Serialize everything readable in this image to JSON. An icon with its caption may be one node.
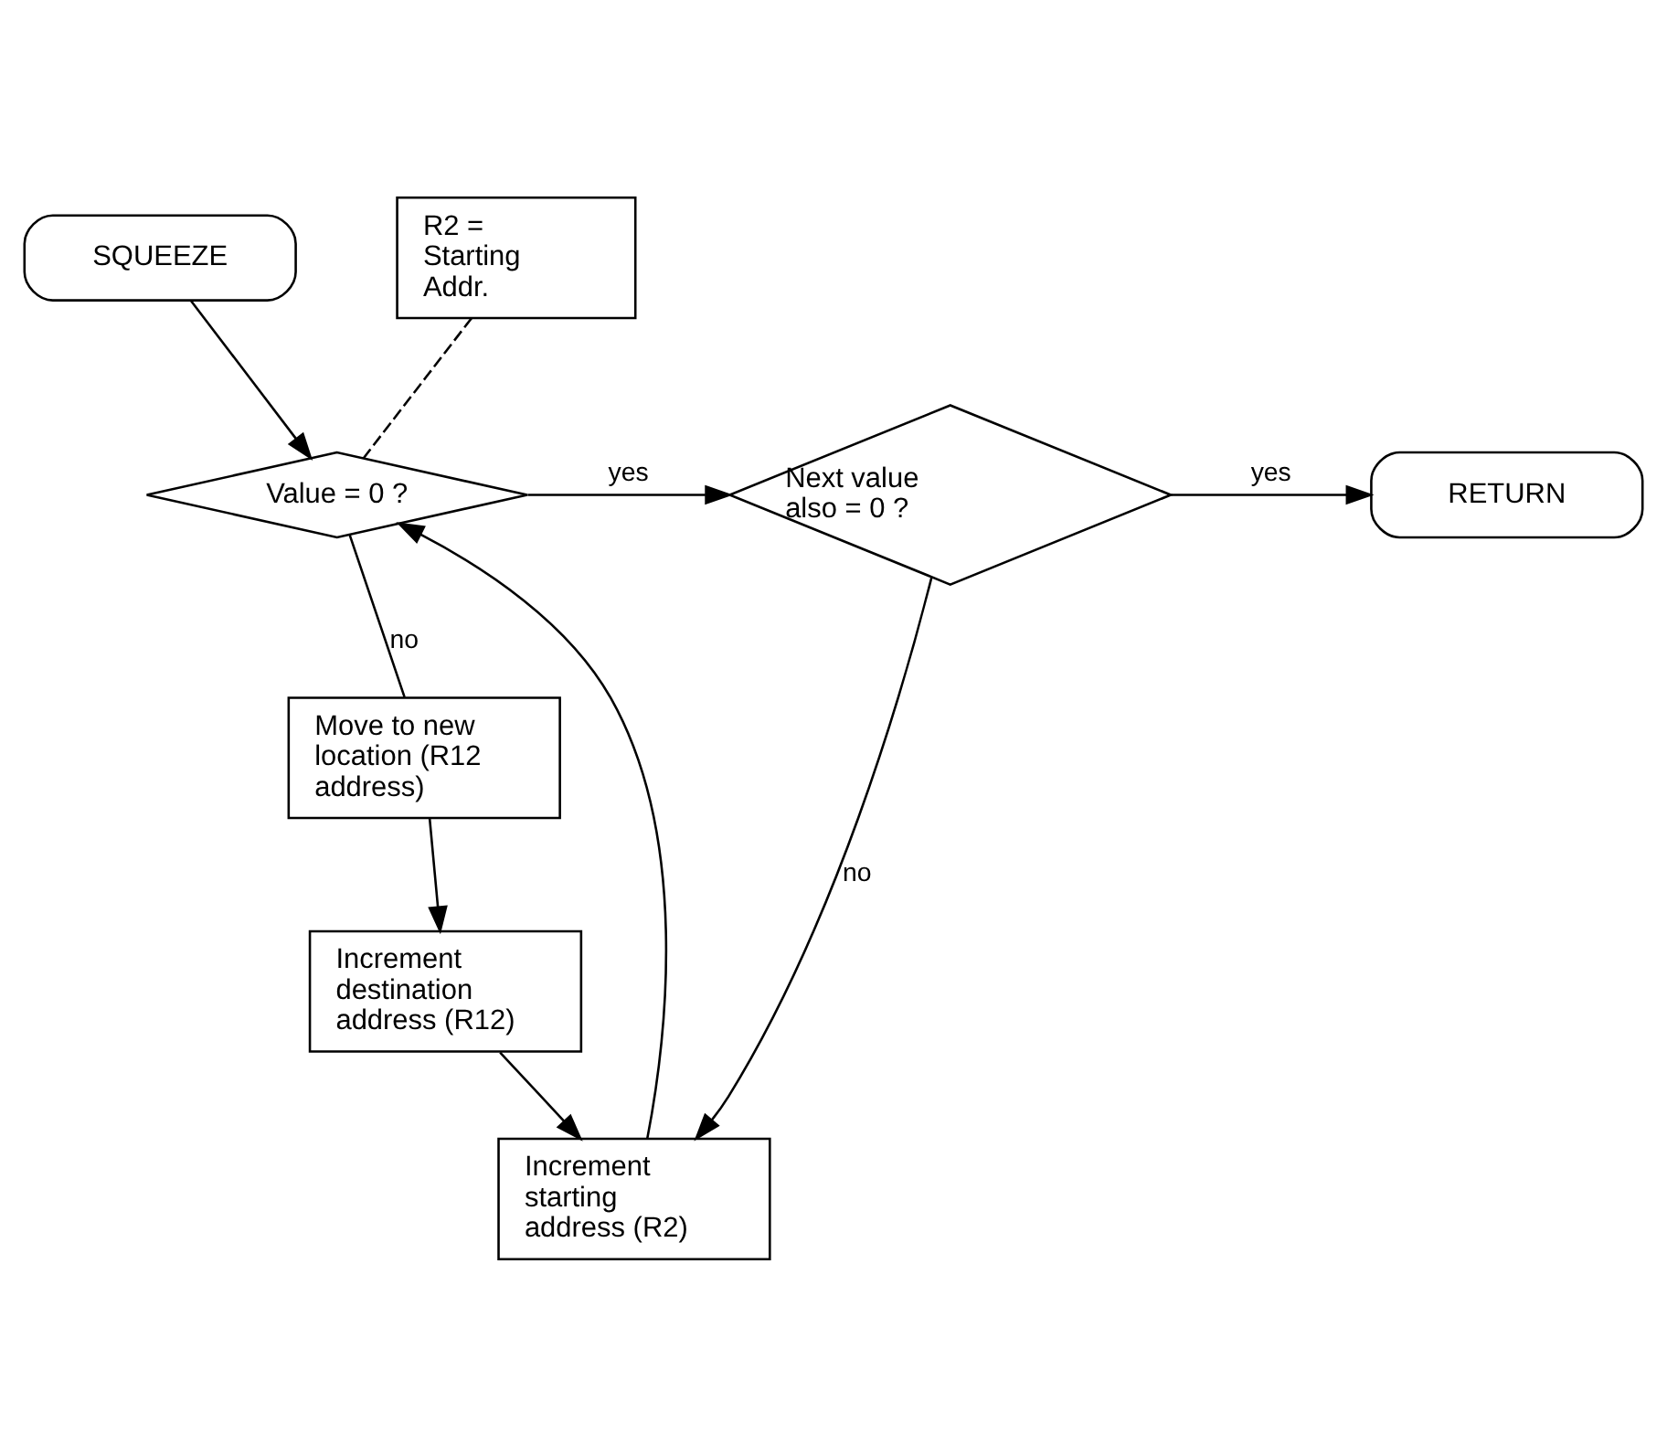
{
  "diagram": {
    "nodes": [
      {
        "text": [
          "SQUEEZE"
        ]
      },
      {
        "text": [
          "R2 = Starting Addr."
        ]
      },
      {
        "text": [
          "Value = 0 ?"
        ]
      },
      {
        "text": [
          "Next value also = 0 ?"
        ]
      },
      {
        "text": [
          "RETURN"
        ]
      },
      {
        "text": [
          "Move to new location (R12 address)"
        ]
      },
      {
        "text": [
          "Increment destination address (R12)"
        ]
      },
      {
        "text": [
          "Increment starting address (R2)"
        ]
      }
    ],
    "edges": [
      {
        "from": 0,
        "to": 2,
        "arrow": "to"
      },
      {
        "from": 1,
        "to": 2,
        "arrow": "none",
        "style": "dashed"
      },
      {
        "from": 2,
        "to": 3,
        "arrow": "to",
        "label": "yes"
      },
      {
        "from": 3,
        "to": 4,
        "arrow": "to",
        "label": "yes"
      },
      {
        "from": 2,
        "to": 5,
        "arrow": "none",
        "label": "no"
      },
      {
        "from": 5,
        "to": 6,
        "arrow": "to"
      },
      {
        "from": 3,
        "to": 7,
        "arrow": "to",
        "label": "no"
      },
      {
        "from": 6,
        "to": 7,
        "arrow": "to"
      },
      {
        "from": 7,
        "to": 2,
        "arrow": "to"
      }
    ]
  }
}
